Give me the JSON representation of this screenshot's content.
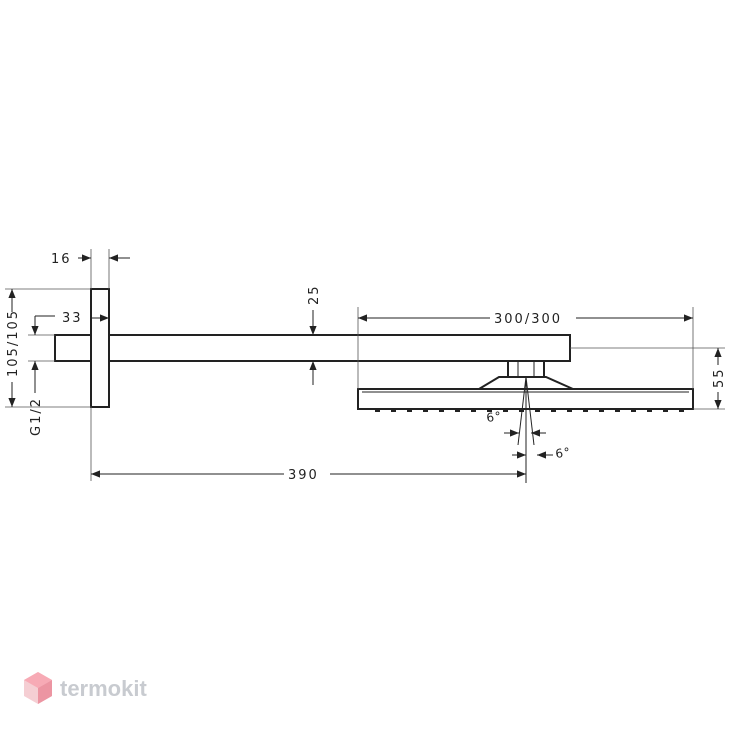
{
  "dimensions": {
    "d16": "16",
    "d33": "33",
    "d105": "105/105",
    "g12": "G1/2",
    "d25": "25",
    "d300": "300/300",
    "d55": "55",
    "d390": "390",
    "a6a": "6°",
    "a6b": "6°"
  },
  "watermark": {
    "text": "termokit"
  }
}
